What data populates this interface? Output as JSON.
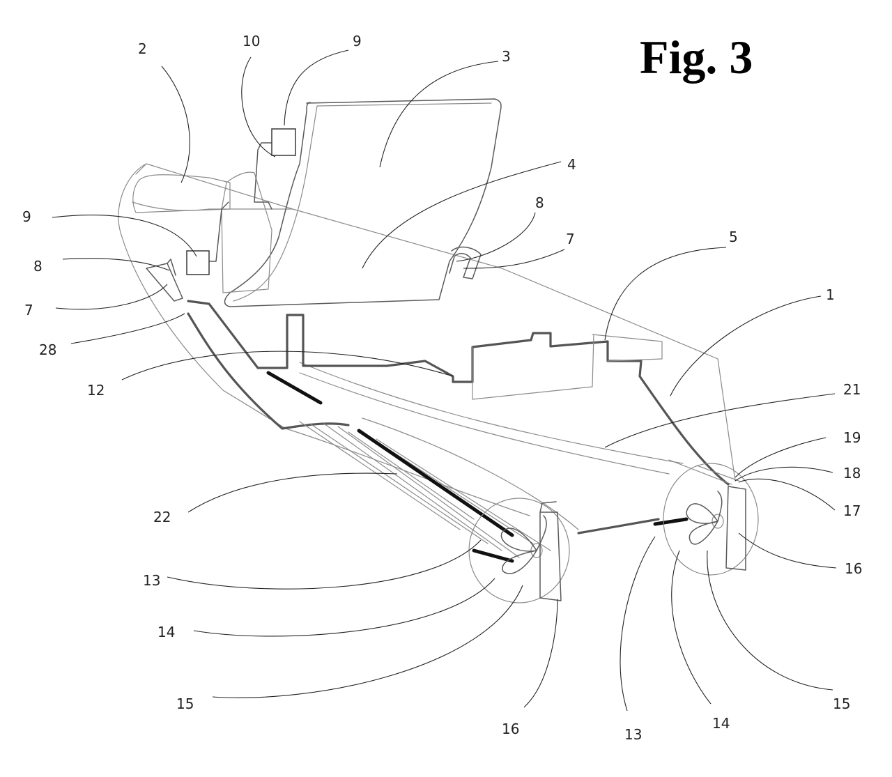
{
  "figure": {
    "title": "Fig. 3",
    "labels": [
      {
        "id": "2",
        "text": "2"
      },
      {
        "id": "10",
        "text": "10"
      },
      {
        "id": "9-top",
        "text": "9"
      },
      {
        "id": "3",
        "text": "3"
      },
      {
        "id": "4",
        "text": "4"
      },
      {
        "id": "8-right",
        "text": "8"
      },
      {
        "id": "7-right",
        "text": "7"
      },
      {
        "id": "5",
        "text": "5"
      },
      {
        "id": "1",
        "text": "1"
      },
      {
        "id": "9-left",
        "text": "9"
      },
      {
        "id": "8-left",
        "text": "8"
      },
      {
        "id": "7-left",
        "text": "7"
      },
      {
        "id": "28",
        "text": "28"
      },
      {
        "id": "12",
        "text": "12"
      },
      {
        "id": "21",
        "text": "21"
      },
      {
        "id": "19",
        "text": "19"
      },
      {
        "id": "18",
        "text": "18"
      },
      {
        "id": "17",
        "text": "17"
      },
      {
        "id": "16-right",
        "text": "16"
      },
      {
        "id": "22",
        "text": "22"
      },
      {
        "id": "13-left",
        "text": "13"
      },
      {
        "id": "14-left",
        "text": "14"
      },
      {
        "id": "15-left",
        "text": "15"
      },
      {
        "id": "16-bottom",
        "text": "16"
      },
      {
        "id": "13-bottom",
        "text": "13"
      },
      {
        "id": "14-bottom",
        "text": "14"
      },
      {
        "id": "15-right",
        "text": "15"
      }
    ]
  }
}
